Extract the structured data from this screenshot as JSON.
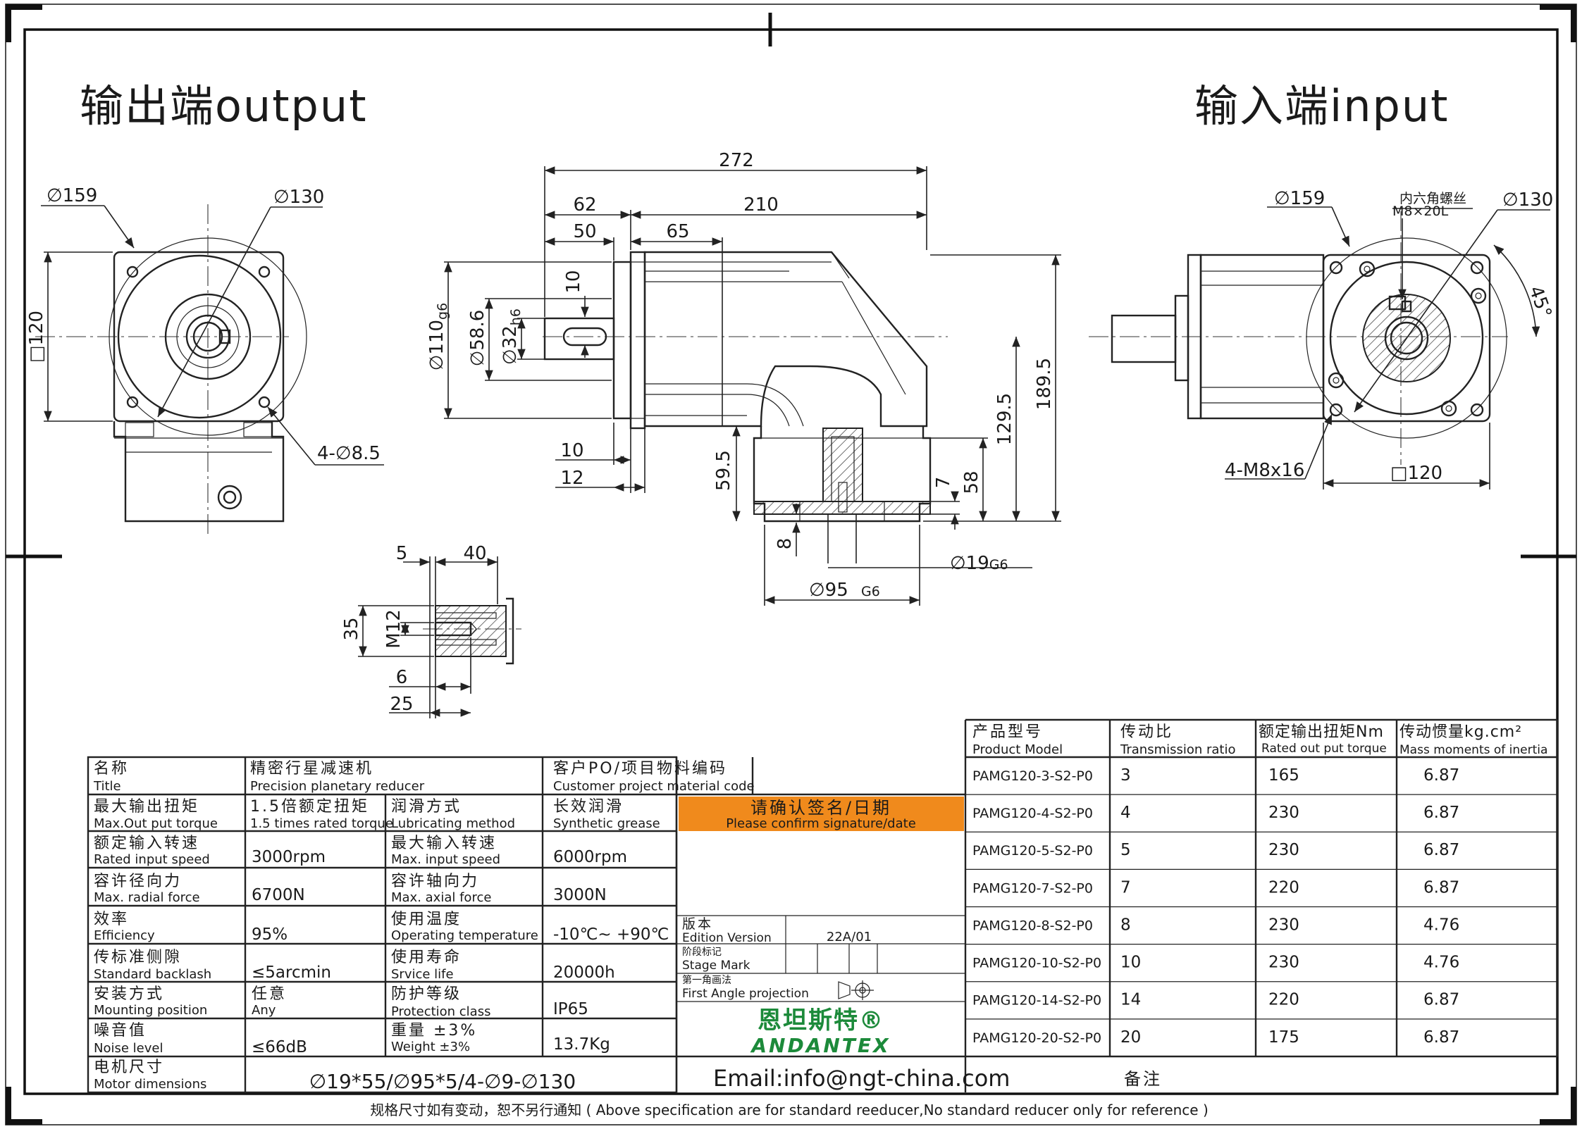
{
  "headings": {
    "output": "输出端output",
    "input": "输入端input"
  },
  "dimensions": {
    "out_d159": "∅159",
    "out_d130": "∅130",
    "out_sq120": "□120",
    "out_holes": "4-∅8.5",
    "len_272": "272",
    "len_62": "62",
    "len_210": "210",
    "len_50": "50",
    "len_65": "65",
    "key_10": "10",
    "d110": "∅110",
    "d110_tol": "g6",
    "d58_6": "∅58.6",
    "d32": "∅32",
    "d32_tol": "h6",
    "h189_5": "189.5",
    "h129_5": "129.5",
    "h59_5": "59.5",
    "h58": "58",
    "h7": "7",
    "h8": "8",
    "w10": "10",
    "w12": "12",
    "d19": "∅19",
    "d19_tol": "G6",
    "d95": "∅95",
    "d95_tol": "G6",
    "in_d159": "∅159",
    "in_d130": "∅130",
    "in_screw_cn": "内六角螺丝",
    "in_screw": "M8×20L",
    "in_angle": "45°",
    "in_holes": "4-M8x16",
    "in_sq120": "□120",
    "det_5": "5",
    "det_40": "40",
    "det_35": "35",
    "det_m12": "M12",
    "det_6": "6",
    "det_25": "25"
  },
  "spec_table": {
    "rows": [
      {
        "cn": "名称",
        "en": "Title",
        "v_cn": "精密行星减速机",
        "v_en": "Precision planetary reducer",
        "cn2": "客户PO/项目物料编码",
        "en2": "Customer project material code"
      },
      {
        "cn": "最大输出扭矩",
        "en": "Max.Out put torque",
        "v_cn": "1.5倍额定扭矩",
        "v_en": "1.5 times rated torque",
        "cn2": "润滑方式",
        "en2": "Lubricating method",
        "cn3": "长效润滑",
        "en3": "Synthetic grease"
      },
      {
        "cn": "额定输入转速",
        "en": "Rated input speed",
        "val": "3000rpm",
        "cn2": "最大输入转速",
        "en2": "Max. input speed",
        "val2": "6000rpm"
      },
      {
        "cn": "容许径向力",
        "en": "Max. radial force",
        "val": "6700N",
        "cn2": "容许轴向力",
        "en2": "Max. axial force",
        "val2": "3000N"
      },
      {
        "cn": "效率",
        "en": "Efficiency",
        "val": "95%",
        "cn2": "使用温度",
        "en2": "Operating temperature",
        "val2": "-10℃~ +90℃"
      },
      {
        "cn": "传标准侧隙",
        "en": "Standard backlash",
        "val": "≤5arcmin",
        "cn2": "使用寿命",
        "en2": "Srvice life",
        "val2": "20000h"
      },
      {
        "cn": "安装方式",
        "en": "Mounting position",
        "val_cn": "任意",
        "val": "Any",
        "cn2": "防护等级",
        "en2": "Protection class",
        "val2": "IP65"
      },
      {
        "cn": "噪音值",
        "en": "Noise level",
        "val": "≤66dB",
        "cn2": "重量 ±3%",
        "en2": "Weight ±3%",
        "val2": "13.7Kg"
      },
      {
        "cn": "电机尺寸",
        "en": "Motor dimensions",
        "val": "∅19*55/∅95*5/4-∅9-∅130"
      }
    ],
    "confirm_cn": "请确认签名/日期",
    "confirm_en": "Please confirm signature/date",
    "edition_cn": "版本",
    "edition_en": "Edition Version",
    "edition_val": "22A/01",
    "stage_cn": "阶段标记",
    "stage_en": "Stage Mark",
    "proj_cn": "第一角画法",
    "proj_en": "First Angle projection",
    "brand_cn": "恩坦斯特®",
    "brand_en": "ANDANTEX",
    "email": "Email:info@ngt-china.com",
    "remark": "备注"
  },
  "model_table": {
    "headers": [
      {
        "cn": "产品型号",
        "en": "Product Model"
      },
      {
        "cn": "传动比",
        "en": "Transmission ratio"
      },
      {
        "cn": "额定输出扭矩Nm",
        "en": "Rated out put torque"
      },
      {
        "cn": "传动惯量kg.cm²",
        "en": "Mass moments of inertia"
      }
    ],
    "rows": [
      [
        "PAMG120-3-S2-P0",
        "3",
        "165",
        "6.87"
      ],
      [
        "PAMG120-4-S2-P0",
        "4",
        "230",
        "6.87"
      ],
      [
        "PAMG120-5-S2-P0",
        "5",
        "230",
        "6.87"
      ],
      [
        "PAMG120-7-S2-P0",
        "7",
        "220",
        "6.87"
      ],
      [
        "PAMG120-8-S2-P0",
        "8",
        "230",
        "4.76"
      ],
      [
        "PAMG120-10-S2-P0",
        "10",
        "230",
        "4.76"
      ],
      [
        "PAMG120-14-S2-P0",
        "14",
        "220",
        "6.87"
      ],
      [
        "PAMG120-20-S2-P0",
        "20",
        "175",
        "6.87"
      ]
    ]
  },
  "footer": "规格尺寸如有变动，恕不另行通知 ( Above specification are for standard reeducer,No standard reducer only for reference )",
  "colors": {
    "confirm_bg": "#f08a1c",
    "brand": "#1c8a3a"
  }
}
